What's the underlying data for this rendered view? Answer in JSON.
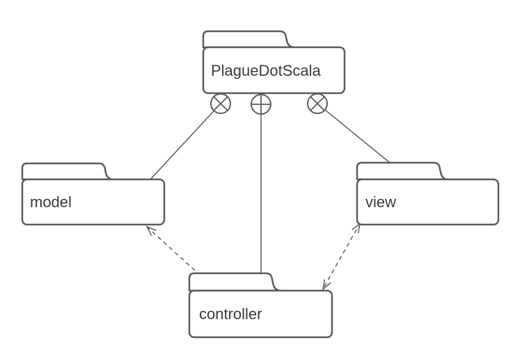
{
  "colors": {
    "stroke": "#5c5c5c",
    "text": "#3a3a3a",
    "background": "#ffffff"
  },
  "diagram": {
    "type": "uml-package-diagram",
    "packages": [
      {
        "label": "PlagueDotScala"
      },
      {
        "label": "model"
      },
      {
        "label": "view"
      },
      {
        "label": "controller"
      }
    ],
    "relationships": [
      {
        "from": "PlagueDotScala",
        "to": "model",
        "line": "solid",
        "source_symbol": "circle-cross"
      },
      {
        "from": "PlagueDotScala",
        "to": "controller",
        "line": "solid",
        "source_symbol": "circle-plus"
      },
      {
        "from": "PlagueDotScala",
        "to": "view",
        "line": "solid",
        "source_symbol": "circle-cross"
      },
      {
        "from": "controller",
        "to": "model",
        "line": "dashed",
        "arrowheads": [
          "model"
        ]
      },
      {
        "from": "controller",
        "to": "view",
        "line": "dashed",
        "arrowheads": [
          "controller",
          "view"
        ]
      }
    ]
  }
}
